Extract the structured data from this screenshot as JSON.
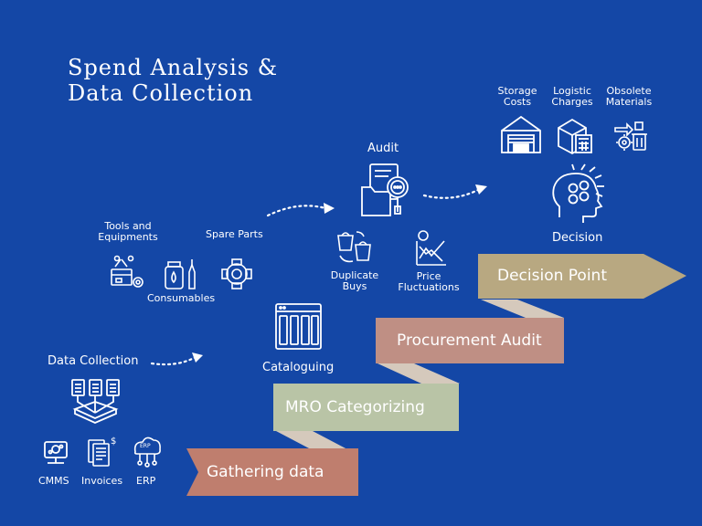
{
  "title": {
    "line1": "Spend Analysis &",
    "line2": "Data Collection"
  },
  "steps": {
    "gathering": "Gathering data",
    "mro": "MRO Categorizing",
    "procurement": "Procurement Audit",
    "decision_point": "Decision Point"
  },
  "labels": {
    "data_collection": "Data Collection",
    "cmms": "CMMS",
    "invoices": "Invoices",
    "erp": "ERP",
    "erp_badge": "ERP",
    "cataloguing": "Cataloguing",
    "tools_line1": "Tools and",
    "tools_line2": "Equipments",
    "consumables": "Consumables",
    "spare_parts": "Spare Parts",
    "audit": "Audit",
    "duplicate_line1": "Duplicate",
    "duplicate_line2": "Buys",
    "price_line1": "Price",
    "price_line2": "Fluctuations",
    "decision": "Decision",
    "storage_line1": "Storage",
    "storage_line2": "Costs",
    "logistic_line1": "Logistic",
    "logistic_line2": "Charges",
    "obsolete_line1": "Obsolete",
    "obsolete_line2": "Materials",
    "dollar": "$"
  },
  "colors": {
    "background": "#1447a6",
    "gathering": "#bf7e6e",
    "mro": "#b9c4a6",
    "procurement": "#bf8f84",
    "decision_point": "#b8a881",
    "connector": "#d5c9bc"
  },
  "icons": [
    "data-collection-icon",
    "cmms-icon",
    "invoices-icon",
    "erp-icon",
    "tools-icon",
    "consumables-icon",
    "spare-parts-icon",
    "catalogue-icon",
    "audit-icon",
    "duplicate-buys-icon",
    "price-fluctuations-icon",
    "decision-icon",
    "storage-icon",
    "logistic-icon",
    "obsolete-icon"
  ]
}
